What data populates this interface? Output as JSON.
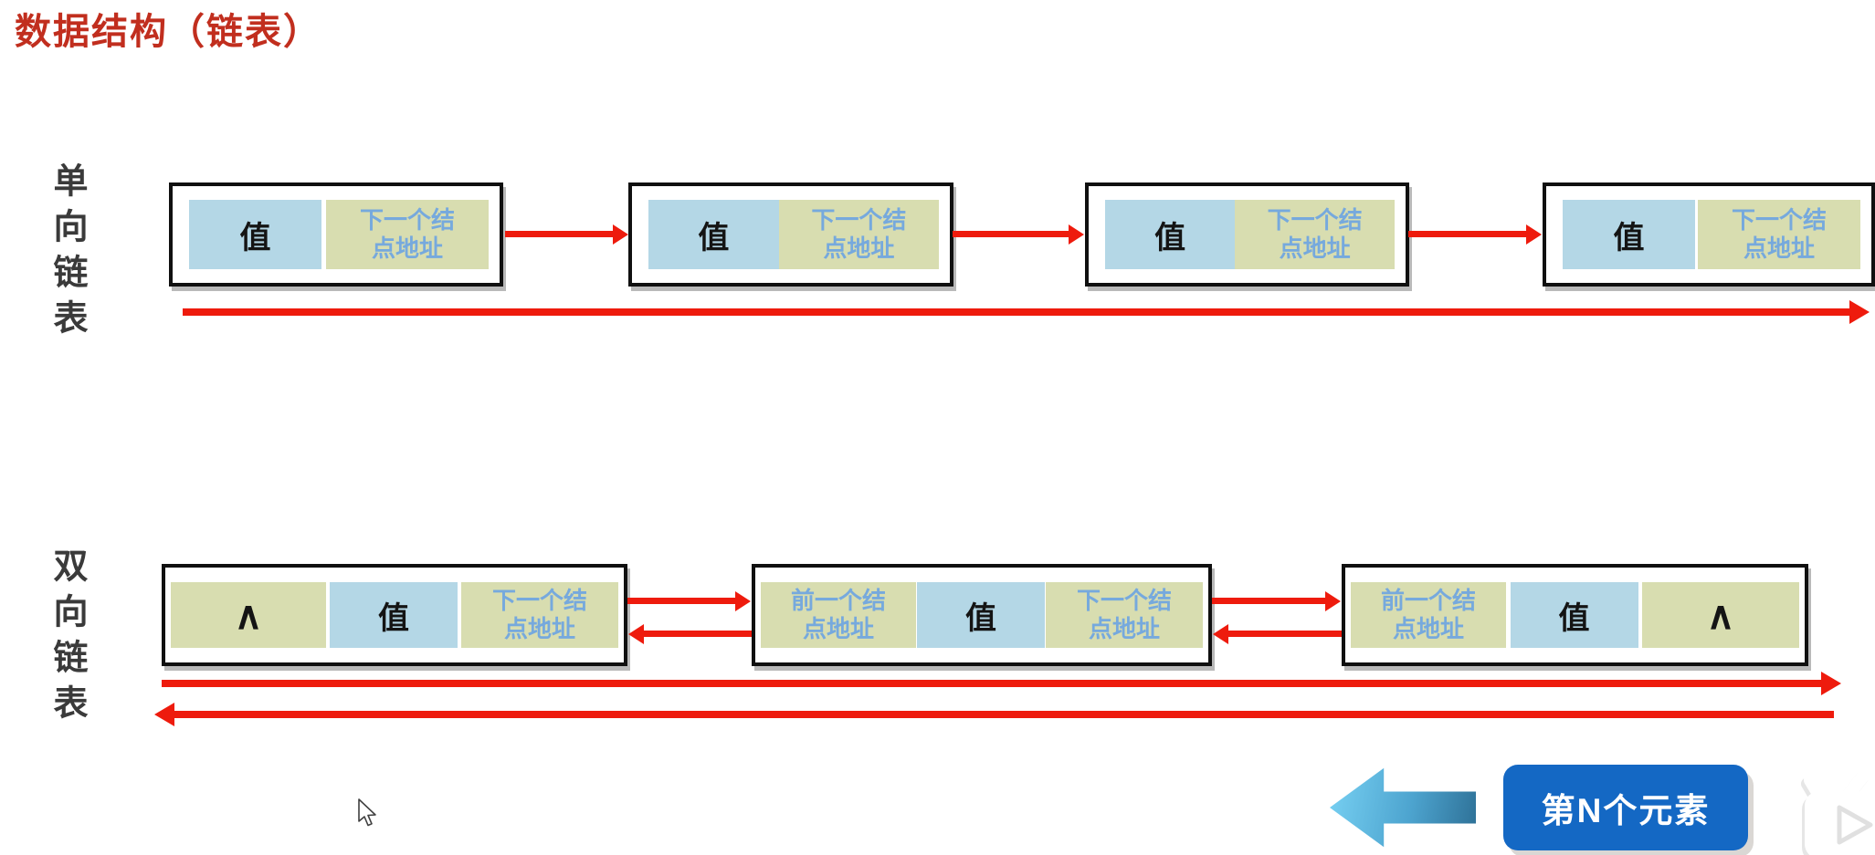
{
  "title": "数据结构（链表）",
  "singly": {
    "label": "单向链表",
    "nodes": [
      {
        "value": "值",
        "next": "下一个结\n点地址"
      },
      {
        "value": "值",
        "next": "下一个结\n点地址"
      },
      {
        "value": "值",
        "next": "下一个结\n点地址"
      },
      {
        "value": "值",
        "next": "下一个结\n点地址"
      }
    ]
  },
  "doubly": {
    "label": "双向链表",
    "nodes": [
      {
        "prev": "∧",
        "value": "值",
        "next": "下一个结\n点地址"
      },
      {
        "prev": "前一个结\n点地址",
        "value": "值",
        "next": "下一个结\n点地址"
      },
      {
        "prev": "前一个结\n点地址",
        "value": "值",
        "next": "∧"
      }
    ]
  },
  "footer": {
    "nth_element_label": "第N个元素"
  },
  "icons": {
    "back_arrow": "left-block-arrow",
    "watermark": "tv-play-watermark",
    "cursor": "mouse-cursor"
  },
  "colors": {
    "title_red": "#c12e1e",
    "arrow_red": "#ee1b0d",
    "cell_blue": "#b4d7e6",
    "cell_green": "#d8ddb0",
    "cell_text_blue": "#76a9dd",
    "button_blue": "#1468c4",
    "label_gray": "#3a3a3a"
  }
}
